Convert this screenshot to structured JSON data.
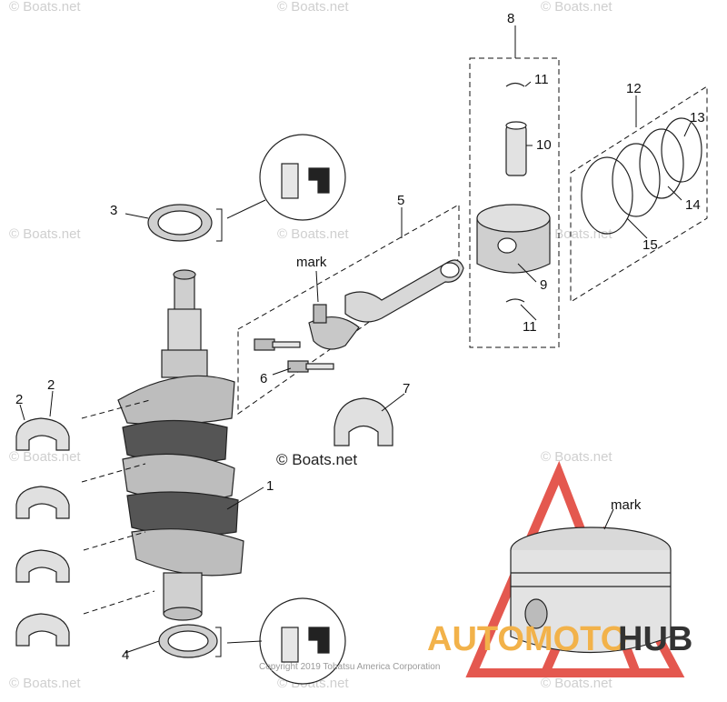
{
  "watermark": "© Boats.net",
  "center_watermark": "© Boats.net",
  "copyright": "Copyright 2019 Tohatsu America Corporation",
  "brand": {
    "part1": "AUTOMOTO",
    "part2": "HUB",
    "color1": "#f2b24a",
    "color2": "#333333",
    "logo_color": "#e03c31"
  },
  "labels": {
    "p1": "1",
    "p2a": "2",
    "p2b": "2",
    "p3": "3",
    "p4": "4",
    "p5": "5",
    "p6": "6",
    "p7": "7",
    "p8": "8",
    "p9": "9",
    "p10": "10",
    "p11a": "11",
    "p11b": "11",
    "p12": "12",
    "p13": "13",
    "p14": "14",
    "p15": "15",
    "mark_rod": "mark",
    "mark_piston": "mark"
  }
}
